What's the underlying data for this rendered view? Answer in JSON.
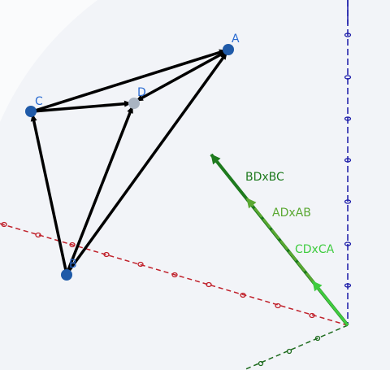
{
  "points": {
    "A": {
      "label": "A"
    },
    "B": {
      "label": "B"
    },
    "C": {
      "label": "C"
    },
    "D": {
      "label": "D"
    }
  },
  "vector_labels": {
    "bd_x_bc": "BDxBC",
    "ad_x_ab": "ADxAB",
    "cd_x_ca": "CDxCA"
  },
  "colors": {
    "background": "#f2f4f8",
    "edge": "#000000",
    "point": "#1f5aa8",
    "point_d": "#a9b4c2",
    "label_point": "#2a6bd1",
    "axis_x": "#c0202a",
    "axis_y": "#1e6b1e",
    "axis_z": "#1a1aa8",
    "vec_bd_bc": "#1e7a1e",
    "vec_ad_ab": "#5aa832",
    "vec_cd_ca": "#3fcc3f"
  }
}
